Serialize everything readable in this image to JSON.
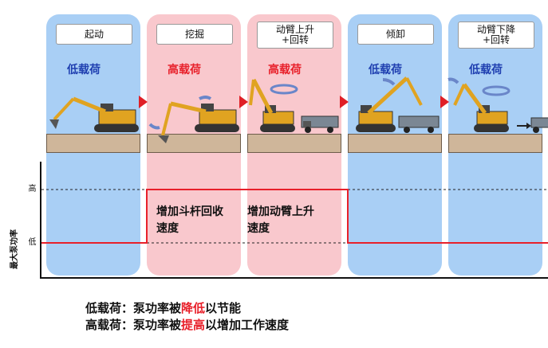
{
  "phases": [
    {
      "label": "起动",
      "load": "低载荷",
      "level": "low"
    },
    {
      "label": "挖掘",
      "load": "高载荷",
      "level": "high"
    },
    {
      "label_line1": "动臂上升",
      "label_line2": "+回转",
      "load": "高载荷",
      "level": "high"
    },
    {
      "label": "倾卸",
      "load": "低载荷",
      "level": "low"
    },
    {
      "label_line1": "动臂下降",
      "label_line2": "+回转",
      "load": "低载荷",
      "level": "low"
    }
  ],
  "chart": {
    "y_axis_title": "最大泵功率",
    "y_high": "高",
    "y_low": "低",
    "high_desc": [
      {
        "line1": "增加斗杆回收",
        "line2": "速度"
      },
      {
        "line1": "增加动臂上升",
        "line2": "速度"
      }
    ]
  },
  "notes": {
    "line1_prefix": "低载荷：泵功率被",
    "line1_emph": "降低",
    "line1_suffix": "以节能",
    "line2_prefix": "高载荷：泵功率被",
    "line2_emph": "提高",
    "line2_suffix": "以增加工作速度"
  },
  "colors": {
    "low_bg": "#a9cff5",
    "high_bg": "#f9c8cd",
    "power_line": "#e8202a",
    "low_text": "#1f3fb0",
    "high_text": "#e8202a"
  }
}
